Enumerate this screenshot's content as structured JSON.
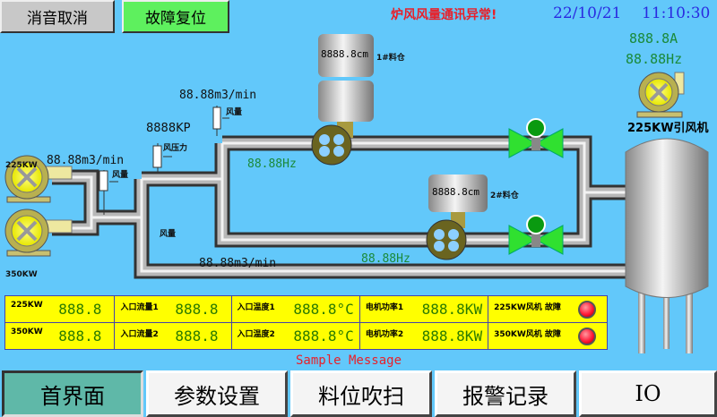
{
  "top": {
    "mute_cancel": "消音取消",
    "fault_reset": "故障复位",
    "alarm": "炉风风量通讯异常!",
    "date": "22/10/21",
    "time": "11:10:30"
  },
  "diagram": {
    "fan1_label": "225KW",
    "fan2_label": "350KW",
    "flow_left": "88.88m3/min",
    "flow_left_tag": "风量",
    "pressure": "8888KP",
    "pressure_tag": "风压力",
    "flow_top": "88.88m3/min",
    "flow_top_tag": "风量",
    "flow_mid_tag": "风量",
    "flow_bottom": "88.88m3/min",
    "hopper1_level": "8888.8cm",
    "hopper1_name": "1#料仓",
    "hopper2_level": "8888.8cm",
    "hopper2_name": "2#料仓",
    "feeder1_hz": "88.88Hz",
    "feeder2_hz": "88.88Hz",
    "id_fan_current": "888.8A",
    "id_fan_hz": "88.88Hz",
    "id_fan_name": "225KW引风机"
  },
  "table": {
    "rows": [
      {
        "fan": "225KW",
        "fan_val": "888.8",
        "flow_lbl": "入口流量1",
        "flow_val": "888.8",
        "temp_lbl": "入口温度1",
        "temp_val": "888.8°C",
        "power_lbl": "电机功率1",
        "power_val": "888.8KW",
        "fault_lbl": "225KW风机 故障"
      },
      {
        "fan": "350KW",
        "fan_val": "888.8",
        "flow_lbl": "入口流量2",
        "flow_val": "888.8",
        "temp_lbl": "入口温度2",
        "temp_val": "888.8°C",
        "power_lbl": "电机功率2",
        "power_val": "888.8KW",
        "fault_lbl": "350KW风机 故障"
      }
    ]
  },
  "message": "Sample Message",
  "nav": [
    "首界面",
    "参数设置",
    "料位吹扫",
    "报警记录",
    "IO"
  ],
  "colors": {
    "background": "#62c8fa",
    "alarm": "#e8202a",
    "datetime": "#2a2ae0",
    "value_green": "#1a8a3a"
  }
}
